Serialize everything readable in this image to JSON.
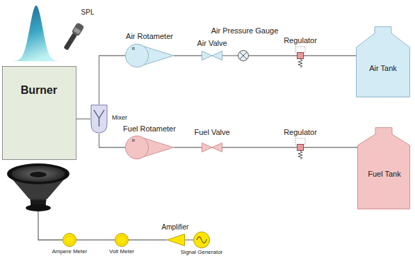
{
  "diagram": {
    "nodes": [
      {
        "text": [
          "Burner"
        ]
      },
      {
        "text": [
          "SPL"
        ]
      },
      {
        "text": [
          "Mixer"
        ]
      },
      {
        "text": [
          "Air Rotameter",
          "R"
        ]
      },
      {
        "text": [
          "Air Valve"
        ]
      },
      {
        "text": [
          "Air Pressure Gauge"
        ]
      },
      {
        "text": [
          "Regulator"
        ]
      },
      {
        "text": [
          "Air Tank"
        ]
      },
      {
        "text": [
          "Fuel Rotameter",
          "R"
        ]
      },
      {
        "text": [
          "Fuel Valve"
        ]
      },
      {
        "text": [
          "Regulator"
        ]
      },
      {
        "text": [
          "Fuel Tank"
        ]
      },
      {
        "text": [
          "Ampere Meter"
        ]
      },
      {
        "text": [
          "Volt Meter"
        ]
      },
      {
        "text": [
          "Amplifier"
        ]
      },
      {
        "text": [
          "Signal Generator"
        ]
      }
    ],
    "edges": [
      {
        "from": 0,
        "to": 2,
        "arrow": "none"
      },
      {
        "from": 2,
        "to": 3,
        "arrow": "none"
      },
      {
        "from": 3,
        "to": 4,
        "arrow": "none"
      },
      {
        "from": 4,
        "to": 5,
        "arrow": "none"
      },
      {
        "from": 5,
        "to": 6,
        "arrow": "none"
      },
      {
        "from": 6,
        "to": 7,
        "arrow": "none"
      },
      {
        "from": 2,
        "to": 8,
        "arrow": "none"
      },
      {
        "from": 8,
        "to": 9,
        "arrow": "none"
      },
      {
        "from": 9,
        "to": 10,
        "arrow": "none"
      },
      {
        "from": 10,
        "to": 11,
        "arrow": "none"
      },
      {
        "from": 12,
        "to": 13,
        "arrow": "none"
      },
      {
        "from": 13,
        "to": 14,
        "arrow": "none"
      },
      {
        "from": 14,
        "to": 15,
        "arrow": "none"
      }
    ]
  }
}
